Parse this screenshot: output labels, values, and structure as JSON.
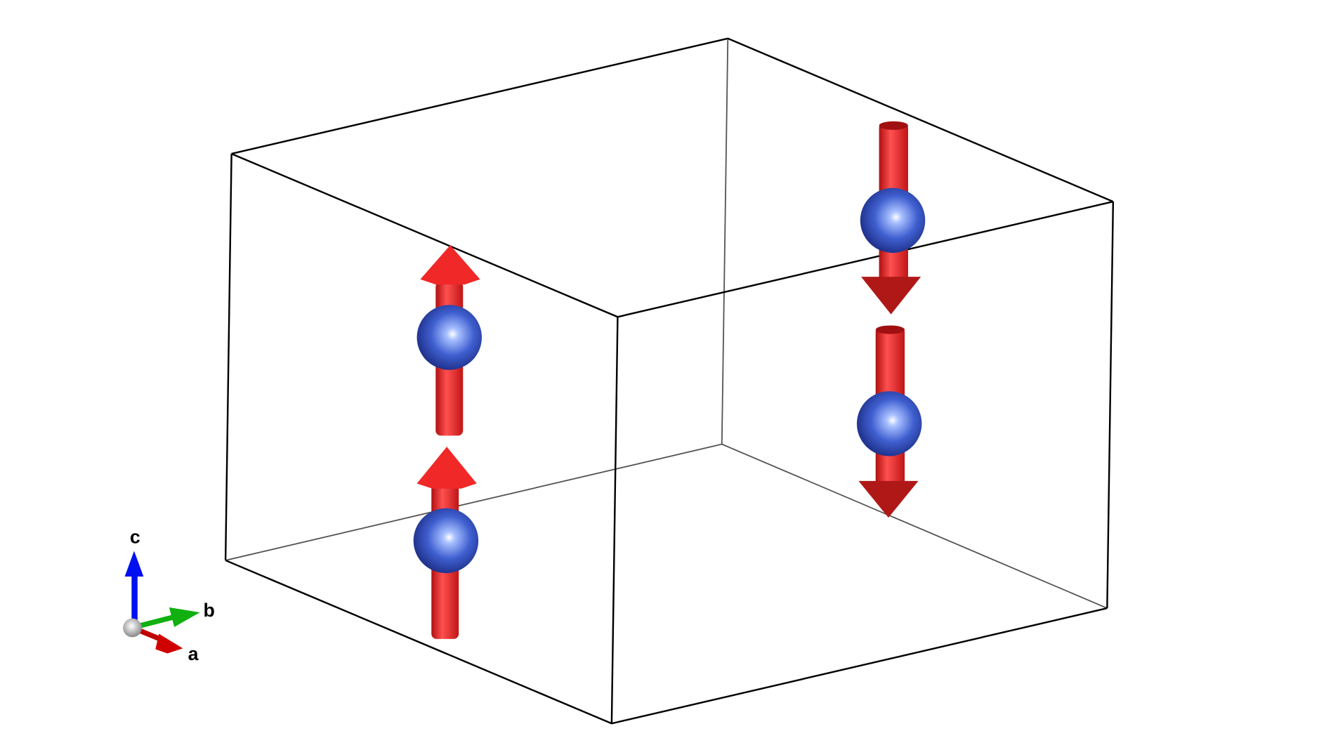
{
  "axes": {
    "a": "a",
    "b": "b",
    "c": "c"
  },
  "colors": {
    "atom": "#3f5fd0",
    "moment": "#ee2020",
    "axis_a": "#d00000",
    "axis_b": "#10b010",
    "axis_c": "#0010f0",
    "cell": "#000000"
  },
  "moments": [
    {
      "site": "left-top",
      "direction": "up"
    },
    {
      "site": "left-bottom",
      "direction": "up"
    },
    {
      "site": "right-top",
      "direction": "down"
    },
    {
      "site": "right-bottom",
      "direction": "down"
    }
  ]
}
